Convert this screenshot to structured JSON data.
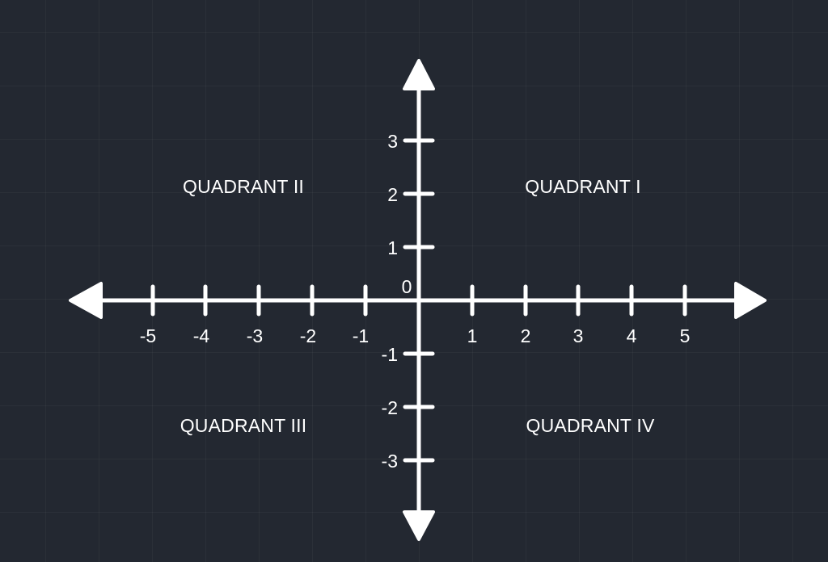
{
  "diagram": {
    "x_ticks": [
      "-5",
      "-4",
      "-3",
      "-2",
      "-1",
      "1",
      "2",
      "3",
      "4",
      "5"
    ],
    "y_ticks": [
      "3",
      "2",
      "1",
      "-1",
      "-2",
      "-3"
    ],
    "origin_label": "0",
    "quadrants": {
      "q1": "QUADRANT I",
      "q2": "QUADRANT II",
      "q3": "QUADRANT III",
      "q4": "QUADRANT IV"
    },
    "colors": {
      "background": "#232831",
      "axes": "#ffffff",
      "text": "#ffffff"
    }
  }
}
